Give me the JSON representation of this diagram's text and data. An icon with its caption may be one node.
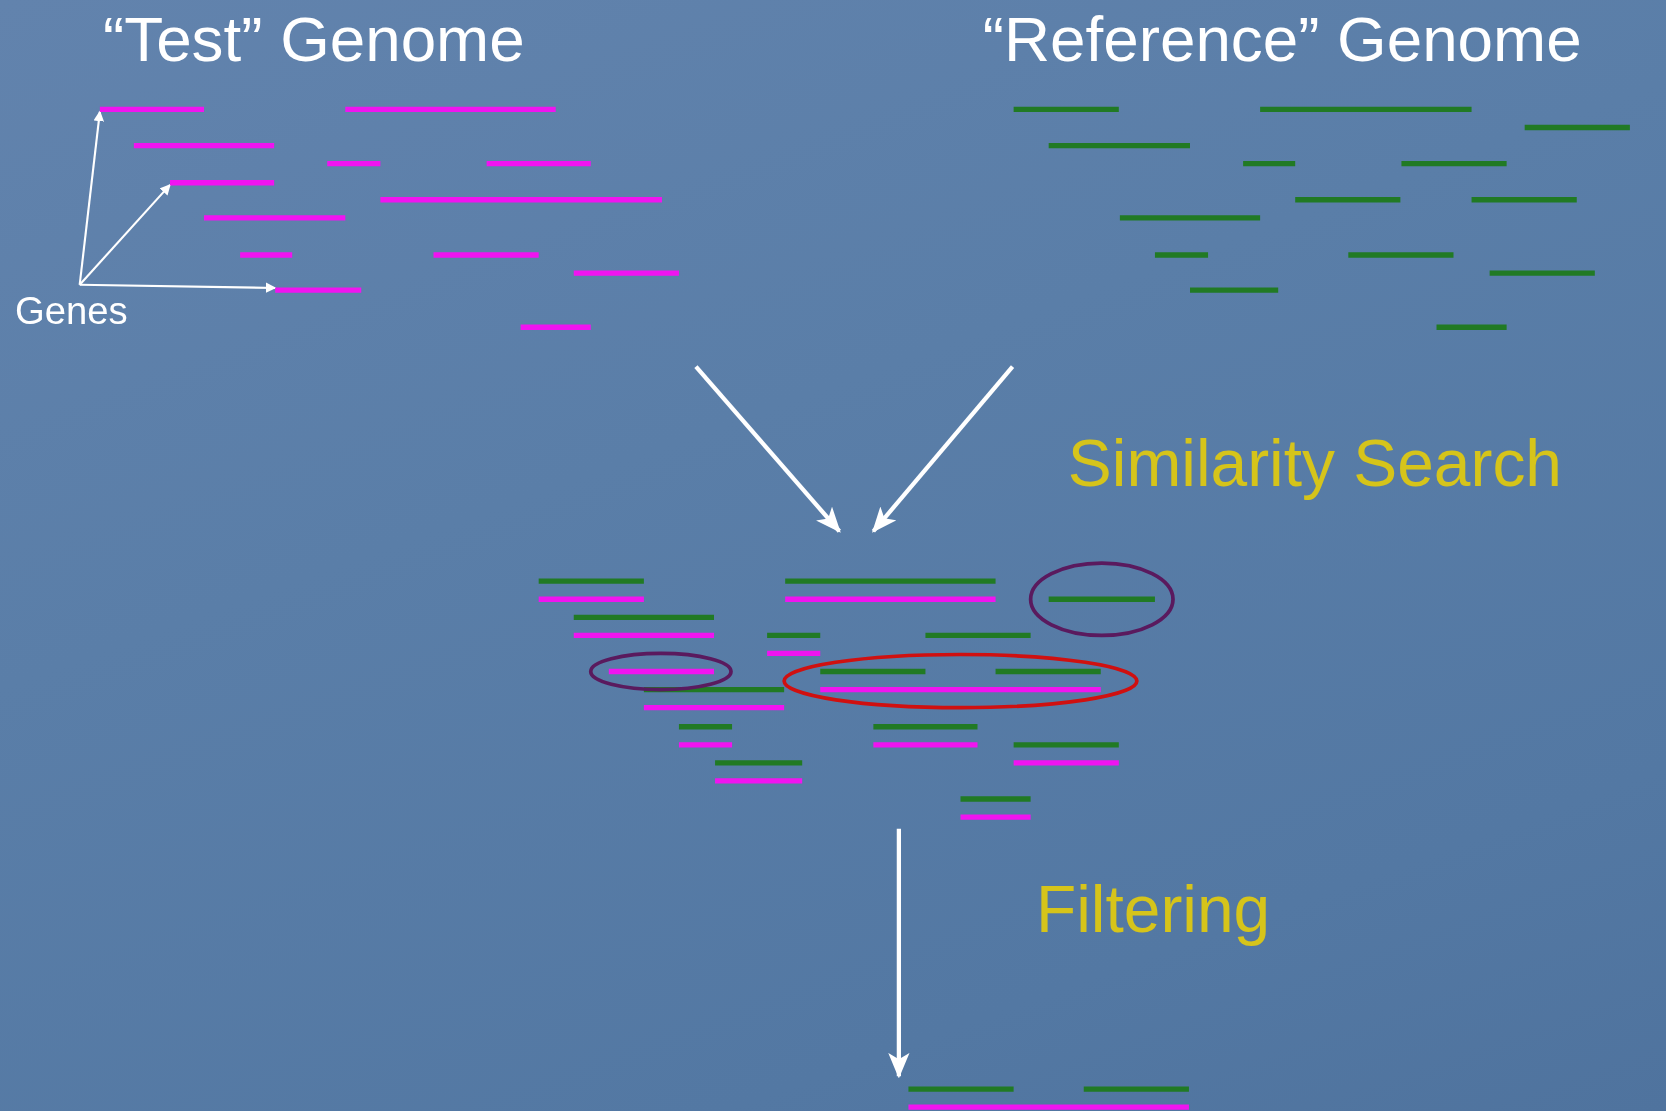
{
  "diagram": {
    "nodes": [
      {
        "text": [
          "“Test” Genome"
        ]
      },
      {
        "text": [],
        "shape": "bar",
        "in": 0
      },
      {
        "text": [],
        "shape": "bar",
        "in": 0
      },
      {
        "text": [],
        "shape": "bar",
        "in": 0
      },
      {
        "text": [
          "Genes"
        ]
      },
      {
        "text": [
          "“Reference” Genome"
        ]
      },
      {
        "text": [],
        "shape": "bar"
      },
      {
        "text": [],
        "shape": "bar"
      }
    ],
    "edges": [
      {
        "from": 4,
        "to": 1,
        "arrow": "to"
      },
      {
        "from": 4,
        "to": 2,
        "arrow": "to"
      },
      {
        "from": 4,
        "to": 3,
        "arrow": "to"
      },
      {
        "from": 0,
        "to": 6,
        "arrow": "to"
      },
      {
        "from": 5,
        "to": 6,
        "arrow": "to",
        "label": "Similarity Search"
      },
      {
        "from": 6,
        "to": 7,
        "arrow": "to",
        "label": "Filtering"
      }
    ]
  }
}
